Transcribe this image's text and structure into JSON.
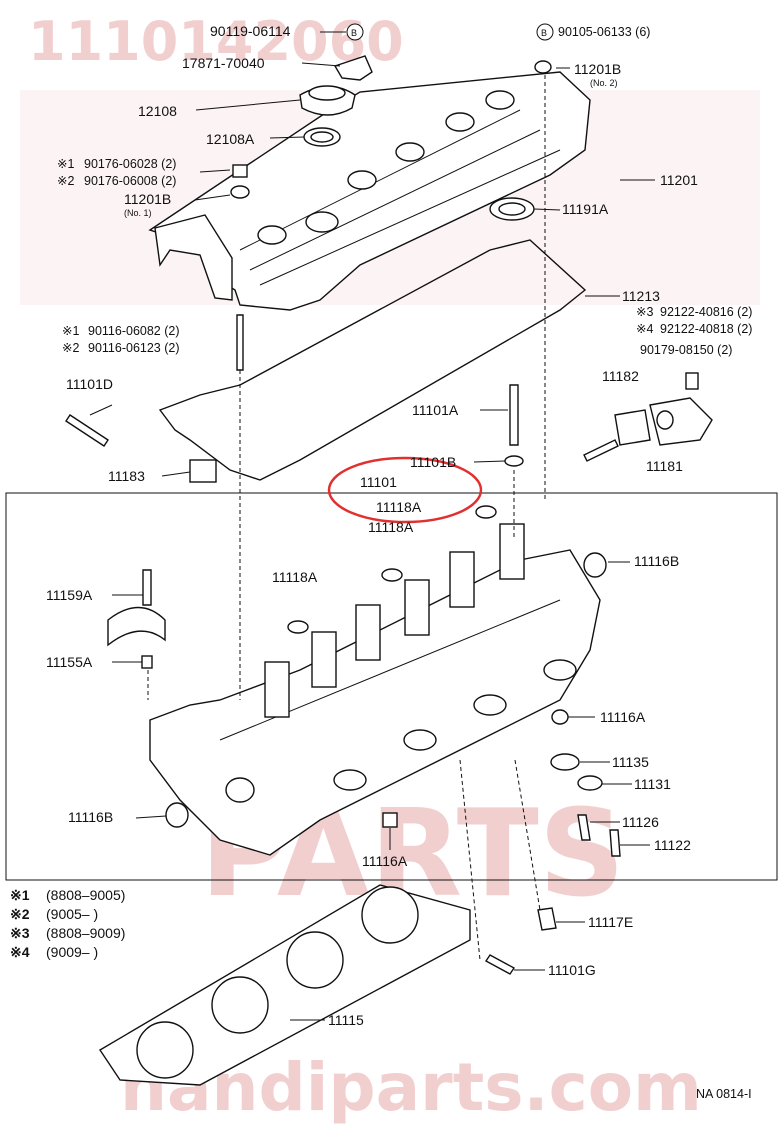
{
  "watermark": {
    "top_number": "1110142060",
    "brand_text": "PARTS",
    "site_url": "nandiparts.com",
    "color": "#e06a6a"
  },
  "highlight_color": "#e03030",
  "labels": {
    "p90119": "90119-06114",
    "p90105": "90105-06133 (6)",
    "p17871": "17871-70040",
    "p11201B_top": "11201B",
    "p11201B_top_sub": "(No. 2)",
    "p12108": "12108",
    "p12108A": "12108A",
    "p90176a": "90176-06028 (2)",
    "p90176b": "90176-06008 (2)",
    "p11201B_left": "11201B",
    "p11201B_left_sub": "(No. 1)",
    "p11201": "11201",
    "p11191A": "11191A",
    "p11213": "11213",
    "p90116a": "90116-06082 (2)",
    "p90116b": "90116-06123 (2)",
    "p92122a": "92122-40816 (2)",
    "p92122b": "92122-40818 (2)",
    "p90179": "90179-08150 (2)",
    "p11101D": "11101D",
    "p11101A": "11101A",
    "p11182": "11182",
    "p11181": "11181",
    "p11183": "11183",
    "p11101B": "11101B",
    "p11101": "11101",
    "p11118A_a": "11118A",
    "p11118A_b": "11118A",
    "p11118A_c": "11118A",
    "p11116B_top": "11116B",
    "p11159A": "11159A",
    "p11155A": "11155A",
    "p11116A_right": "11116A",
    "p11135": "11135",
    "p11131": "11131",
    "p11116B_left": "11116B",
    "p11126": "11126",
    "p11122": "11122",
    "p11116A_bottom": "11116A",
    "p11117E": "11117E",
    "p11101G": "11101G",
    "p11115": "11115",
    "footer": "NA 0814-I"
  },
  "markers": {
    "m1": "※1",
    "m2": "※2",
    "m3": "※3",
    "m4": "※4",
    "b": "B"
  },
  "legend": [
    {
      "mark": "※1",
      "range": "(8808–9005)"
    },
    {
      "mark": "※2",
      "range": "(9005–        )"
    },
    {
      "mark": "※3",
      "range": "(8808–9009)"
    },
    {
      "mark": "※4",
      "range": "(9009–        )"
    }
  ]
}
